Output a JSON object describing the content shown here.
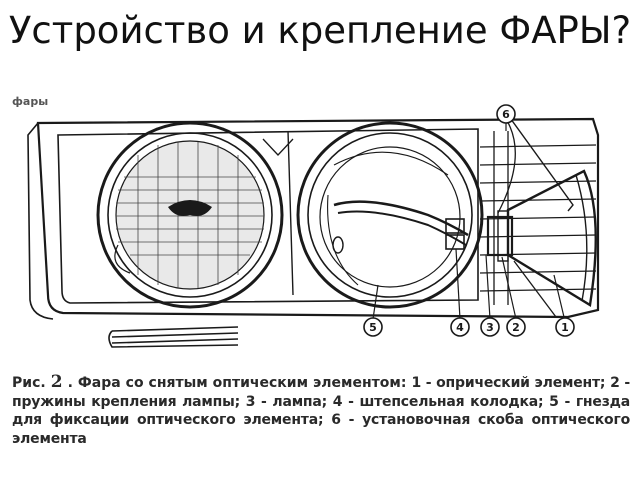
{
  "slide": {
    "title": "Устройство и крепление ФАРЫ?"
  },
  "figure": {
    "top_label": "фары",
    "callouts": [
      "1",
      "2",
      "3",
      "4",
      "5",
      "6"
    ]
  },
  "caption": {
    "prefix": "Рис.",
    "figure_number": "2",
    "separator": ".",
    "title": "Фара со снятым оптическим элементом:",
    "body": "1 - опрический элемент; 2 - пружины крепления лампы; 3 - лампа; 4 - штепсельная колодка; 5 - гнезда для фиксации оптического элемента; 6 - установочная скоба оптического элемента"
  },
  "colors": {
    "ink": "#1a1a1a",
    "paper": "#ffffff"
  }
}
